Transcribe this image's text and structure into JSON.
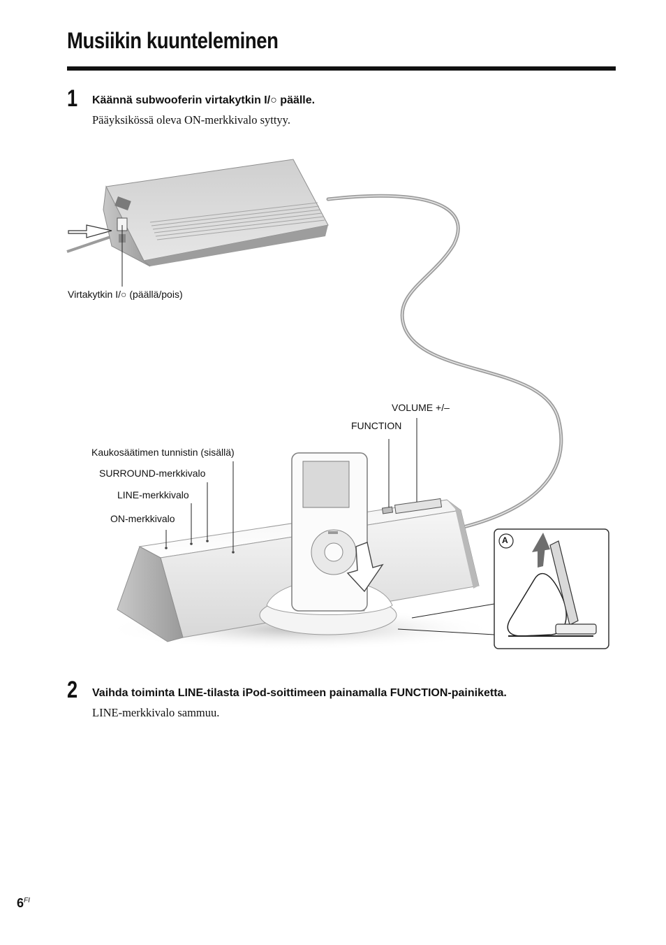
{
  "page": {
    "title": "Musiikin kuunteleminen",
    "page_number": "6",
    "page_suffix": "FI"
  },
  "steps": [
    {
      "number": "1",
      "heading_pre": "Käännä subwooferin virtakytkin ",
      "heading_sym": "I/○",
      "heading_post": " päälle.",
      "body": "Pääyksikössä oleva ON-merkkivalo syttyy."
    },
    {
      "number": "2",
      "heading": "Vaihda toiminta LINE-tilasta iPod-soittimeen painamalla FUNCTION-painiketta.",
      "body": "LINE-merkkivalo sammuu."
    }
  ],
  "figure": {
    "labels": {
      "power_switch_pre": "Virtakytkin ",
      "power_switch_sym": "I/○",
      "power_switch_post": " (päällä/pois)",
      "volume": "VOLUME +/–",
      "function": "FUNCTION",
      "remote_sensor": "Kaukosäätimen tunnistin (sisällä)",
      "surround": "SURROUND-merkkivalo",
      "line": "LINE-merkkivalo",
      "on": "ON-merkkivalo",
      "inset_marker": "A"
    }
  }
}
